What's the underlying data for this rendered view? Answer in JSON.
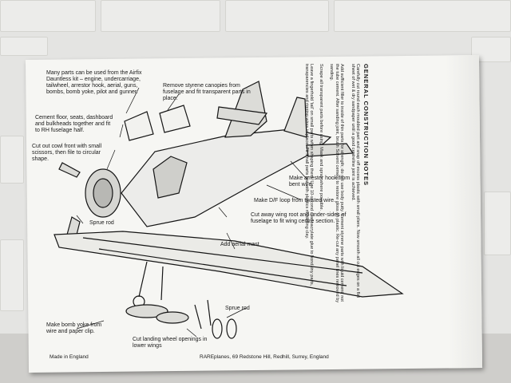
{
  "sheet": {
    "annotations": {
      "intro": "Many parts can be used from the Airfix Dauntless kit – engine, undercarriage, tailwheel, arrestor hook, aerial, guns, bombs, bomb yoke, pilot and gunner.",
      "canopies": "Remove styrene canopies from fuselage and fit transparent parts in place.",
      "cement_floor": "Cement floor, seats, dashboard and bulkheads together and fit to RH fuselage half.",
      "cowl": "Cut out cowl front with small scissors, then file to circular shape.",
      "arrestor": "Make arrestor hook from bent wire.",
      "df_loop": "Make D/F loop from twisted wire.",
      "wing_root": "Cut away wing root and under-sides of fuselage to fit wing centre section.",
      "sprue_rod_1": "Sprue rod",
      "aerial_mast": "Add aerial mast",
      "sprue_rod_2": "Sprue rod",
      "bomb_yoke": "Make bomb yoke from wire and paper clip.",
      "landing_wheel": "Cut landing wheel openings in lower wings"
    },
    "general_notes": {
      "title": "GENERAL CONSTRUCTION NOTES",
      "paragraphs": [
        "Carefully cut round each moulded part and snap off excess plastic with small pliers. Now smooth all cut edges on a flat sheet of wet & dry sandpaper until a good centreline joint is achieved.",
        "Add sufficient filler to inside of thin parts for strength; do not use body putty. Cement styrene parts with liquid cement, not the tube cement. After sanding joint, brush Solvent cement to restore gloss on plastic. Re-cut any panel lines removed by sanding.",
        "Scrape all transparent parts before using. Mask and spray where possible.",
        "Leave a fingerhold 'tail' on small parts when shaping them. Use 10-second cyanoacrylate glue to bond tiny parts, transparencies and rigging wires in place. Fit small parts last with plastics modelling clay."
      ]
    },
    "footer": {
      "left": "Made in England",
      "right": "RAREplanes, 69 Redstone Hill, Redhill, Surrey, England"
    }
  }
}
